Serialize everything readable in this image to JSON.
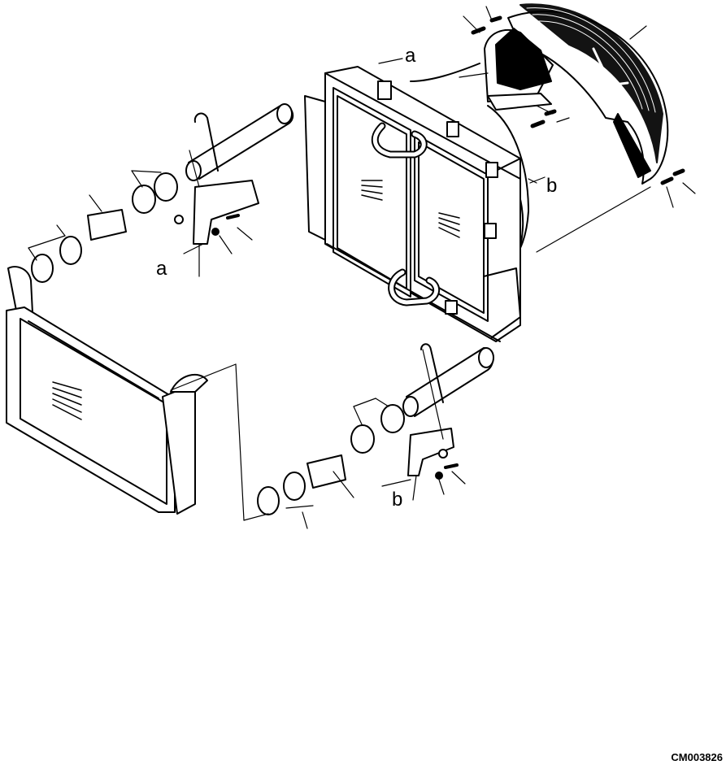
{
  "figure_code": "CM003826",
  "callouts": {
    "a_top": "a",
    "a_left": "a",
    "b_right": "b",
    "b_bottom": "b"
  }
}
